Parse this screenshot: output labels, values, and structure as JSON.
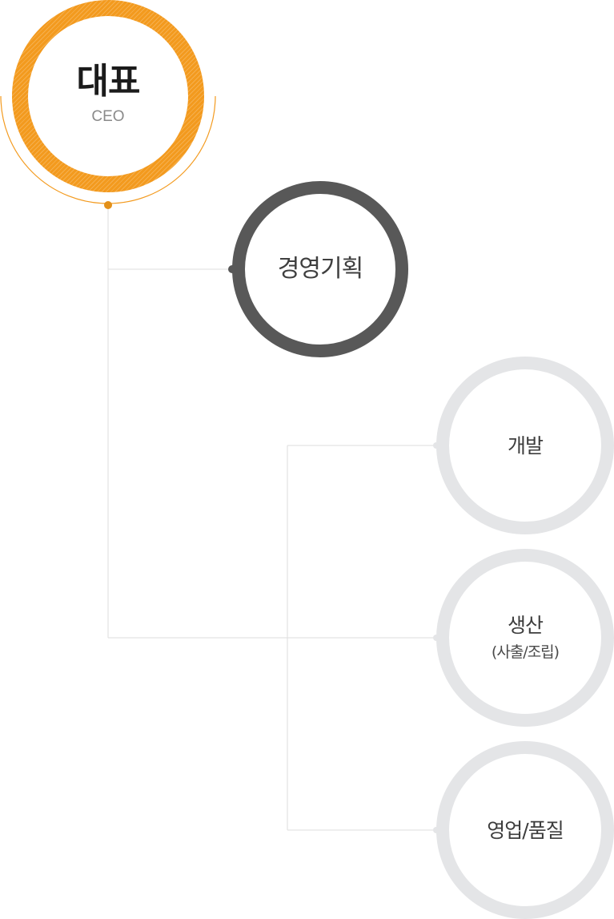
{
  "ceo": {
    "title": "대표",
    "subtitle": "CEO"
  },
  "planning": {
    "label": "경영기획"
  },
  "departments": [
    {
      "label": "개발",
      "sub": ""
    },
    {
      "label": "생산",
      "sub": "(사출/조립)"
    },
    {
      "label": "영업/품질",
      "sub": ""
    }
  ],
  "colors": {
    "ceo_ring": "#f39a1e",
    "planning_ring": "#585858",
    "dept_ring": "#e4e5e7",
    "connector": "#dddddd",
    "connector_dot": "#e39018"
  }
}
